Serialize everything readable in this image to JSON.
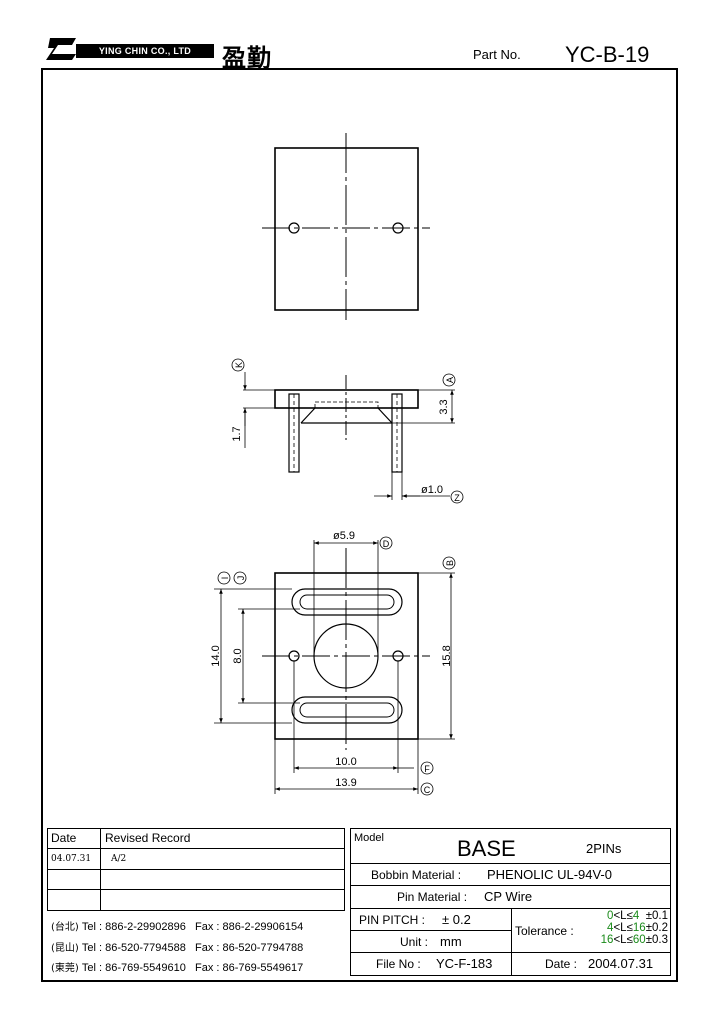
{
  "header": {
    "company_name": "YING CHIN CO., LTD",
    "company_cn": "盈勤",
    "part_no_label": "Part No.",
    "part_no_value": "YC-B-19"
  },
  "drawing": {
    "labels": {
      "k": "K",
      "a": "A",
      "dim_3_3": "3.3",
      "dim_1_7": "1.7",
      "pin_dia": "ø1.0",
      "z": "Z",
      "dia_5_9": "ø5.9",
      "d": "D",
      "b": "B",
      "i": "I",
      "j": "J",
      "dim_14_0": "14.0",
      "dim_8_0": "8.0",
      "dim_15_8": "15.8",
      "dim_10_0": "10.0",
      "f": "F",
      "dim_13_9": "13.9",
      "c": "C"
    }
  },
  "revision": {
    "date_header": "Date",
    "record_header": "Revised Record",
    "rows": [
      {
        "date": "04.07.31",
        "record": "A/2"
      },
      {
        "date": "",
        "record": ""
      },
      {
        "date": "",
        "record": ""
      }
    ]
  },
  "contacts": [
    {
      "region": "(台北)",
      "tel": "Tel : 886-2-29902896",
      "fax": "Fax : 886-2-29906154"
    },
    {
      "region": "(昆山)",
      "tel": "Tel : 86-520-7794588",
      "fax": "Fax : 86-520-7794788"
    },
    {
      "region": "(東莞)",
      "tel": "Tel : 86-769-5549610",
      "fax": "Fax : 86-769-5549617"
    }
  ],
  "info": {
    "model_label": "Model",
    "model_value": "BASE",
    "pins": "2PINs",
    "bobbin_label": "Bobbin  Material :",
    "bobbin_value": "PHENOLIC UL-94V-0",
    "pin_material_label": "Pin  Material :",
    "pin_material_value": "CP  Wire",
    "pin_pitch_label": "PIN  PITCH :",
    "pin_pitch_value": "± 0.2",
    "unit_label": "Unit :",
    "unit_value": "mm",
    "file_label": "File  No :",
    "file_value": "YC-F-183",
    "tolerance_label": "Tolerance :",
    "tolerance_rows": [
      {
        "lo": "0",
        "mid": "<L≤",
        "hi": "4",
        "tol": "±0.1"
      },
      {
        "lo": "4",
        "mid": "<L≤",
        "hi": "16",
        "tol": "±0.2"
      },
      {
        "lo": "16",
        "mid": "<L≤",
        "hi": "60",
        "tol": "±0.3"
      }
    ],
    "date_label": "Date :",
    "date_value": "2004.07.31"
  }
}
